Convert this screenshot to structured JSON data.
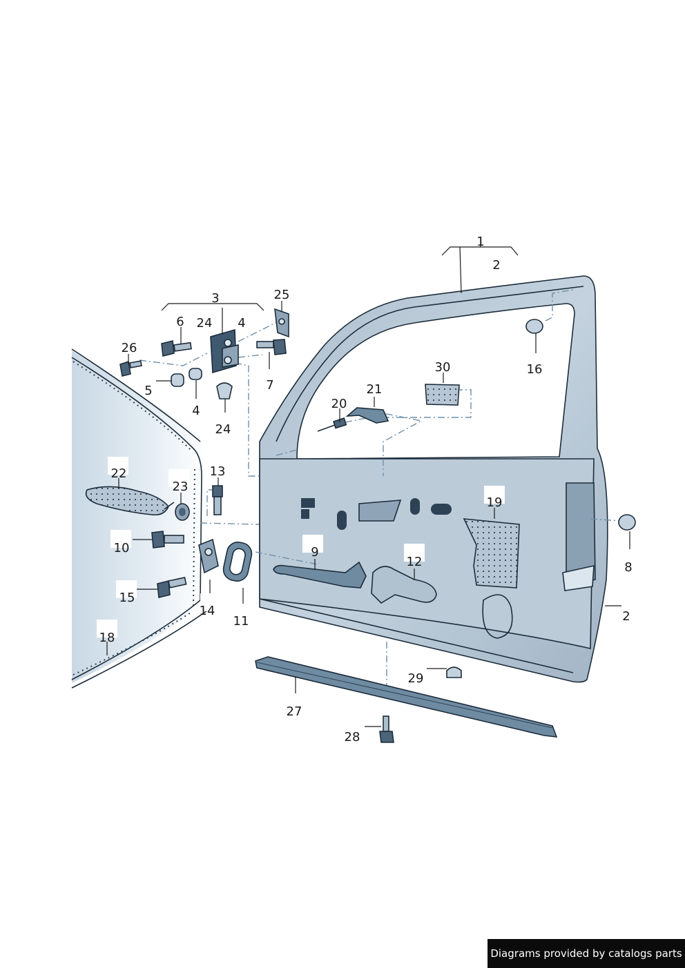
{
  "footer": {
    "credit": "Diagrams provided by catalogs parts"
  },
  "callouts": {
    "c1": "1",
    "c2_top": "2",
    "c2_side": "2",
    "c3": "3",
    "c4_top": "4",
    "c4_bottom": "4",
    "c5": "5",
    "c6": "6",
    "c7": "7",
    "c8": "8",
    "c9": "9",
    "c10": "10",
    "c11": "11",
    "c12": "12",
    "c13": "13",
    "c14": "14",
    "c15": "15",
    "c16": "16",
    "c18": "18",
    "c19": "19",
    "c20": "20",
    "c21": "21",
    "c22": "22",
    "c23": "23",
    "c24_top": "24",
    "c24_bottom": "24",
    "c25": "25",
    "c26": "26",
    "c27": "27",
    "c28": "28",
    "c29": "29",
    "c30": "30"
  },
  "colors": {
    "panel": "#b9cad8",
    "panel_dark": "#6f8ba2",
    "panel_light": "#dbe6ee",
    "outline": "#1c2c3a",
    "dash": "#6f8fa8",
    "foam": "#9bb0c2"
  }
}
